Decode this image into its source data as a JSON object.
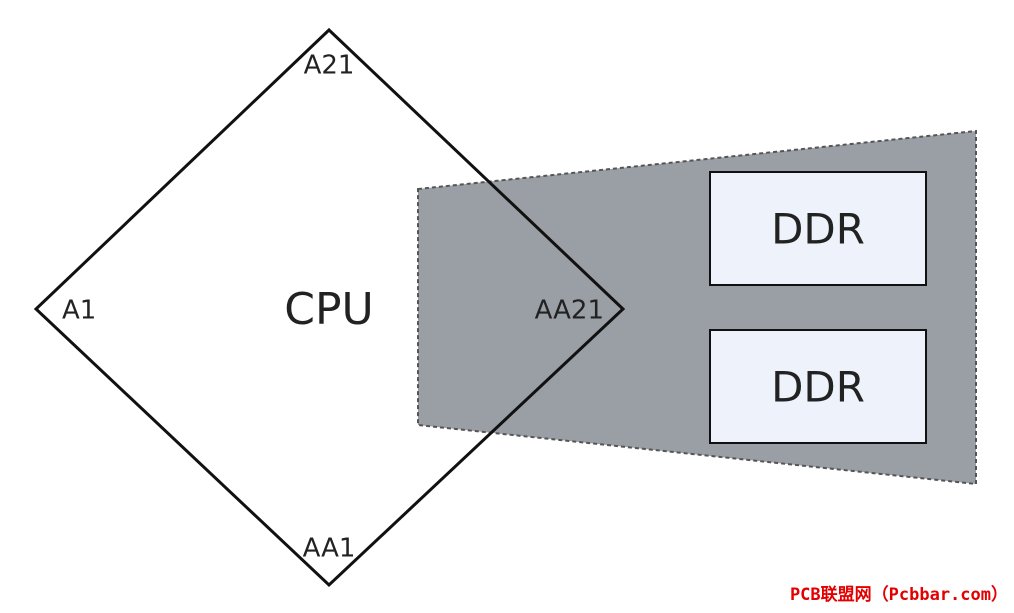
{
  "cpu": {
    "label": "CPU",
    "corner_top": "A21",
    "corner_left": "A1",
    "corner_right": "AA21",
    "corner_bottom": "AA1"
  },
  "ddr_region": {
    "modules": [
      {
        "label": "DDR"
      },
      {
        "label": "DDR"
      }
    ]
  },
  "watermark": {
    "text": "PCB联盟网（Pcbbar.com）"
  },
  "colors": {
    "region_fill": "#9a9ea5",
    "region_border": "#555555",
    "module_fill": "#eef2fa",
    "outline": "#111111",
    "watermark": "#e30000"
  }
}
